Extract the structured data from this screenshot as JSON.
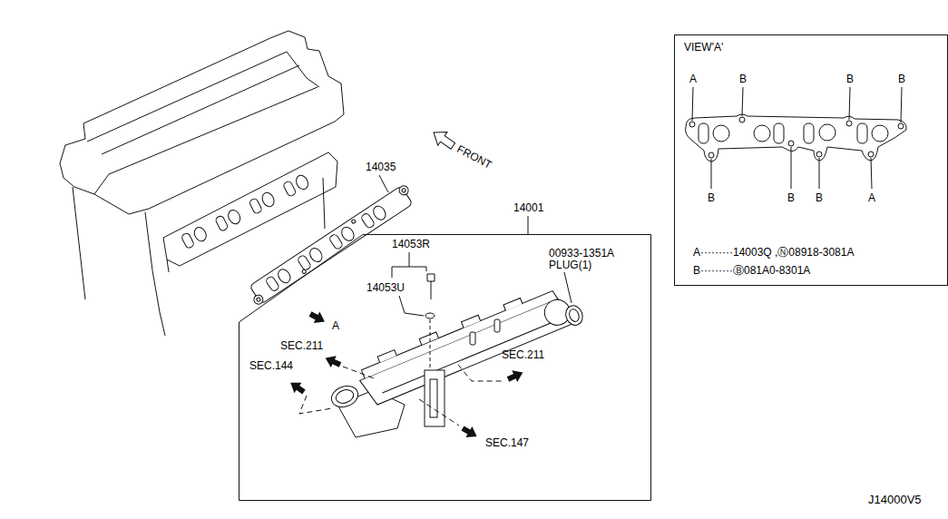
{
  "diagram": {
    "nodes": [
      {
        "text": [
          "14001"
        ]
      },
      {
        "text": [
          "VIEW'A'"
        ]
      }
    ],
    "labels": [
      "14035",
      "14053R",
      "14053U",
      "00933-1351A",
      "PLUG(1)",
      "A",
      "SEC.211",
      "SEC.144",
      "SEC.211",
      "SEC.147",
      "FRONT",
      "A",
      "B",
      "B",
      "B",
      "B",
      "B",
      "B",
      "A",
      "A·········14003Q ,Ⓝ08918-3081A",
      "B·········Ⓑ081A0-8301A",
      "J14000V5"
    ]
  }
}
